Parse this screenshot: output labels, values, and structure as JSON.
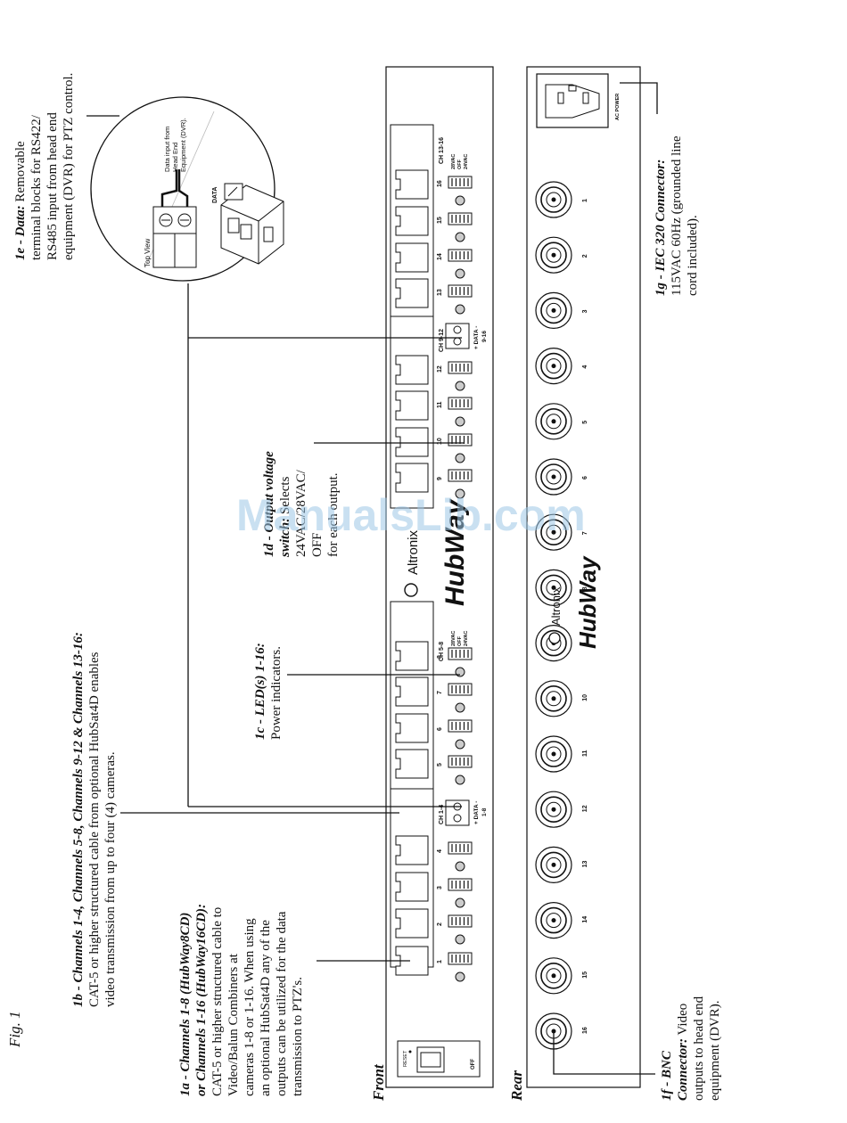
{
  "fig_label": "Fig. 1",
  "watermark": "ManualsLib.com",
  "front_label": "Front",
  "rear_label": "Rear",
  "reset_label": "RESET",
  "off_label": "OFF",
  "ac_power_label": "AC POWER",
  "brand": "Altronix",
  "product_logo": "HubWay",
  "top_view_label": "Top View",
  "data_label": "DATA",
  "data_input_lines": [
    "Data input from",
    "Head End",
    "Equipment (DVR)."
  ],
  "channel_numbers": [
    "1",
    "2",
    "3",
    "4",
    "5",
    "6",
    "7",
    "8",
    "9",
    "10",
    "11",
    "12",
    "13",
    "14",
    "15",
    "16"
  ],
  "bnc_numbers": [
    "16",
    "15",
    "14",
    "13",
    "12",
    "11",
    "10",
    "9",
    "8",
    "7",
    "6",
    "5",
    "4",
    "3",
    "2",
    "1"
  ],
  "ch_groups": [
    "CH 1-4",
    "CH 5-8",
    "CH 9-12",
    "CH 13-16"
  ],
  "voltage_options": [
    "28VAC",
    "OFF",
    "24VAC"
  ],
  "data_ports": [
    "+ DATA -",
    "1-8",
    "+ DATA -",
    "9-16"
  ],
  "callouts": {
    "c1a": {
      "title": "1a - Channels 1-8 (HubWay8CD)",
      "title2": "or Channels 1-16 (HubWay16CD):",
      "lines": [
        "CAT-5 or higher structured cable to",
        "Video/Balun Combiners at",
        "cameras 1-8 or 1-16. When using",
        "an optional HubSat4D any of the",
        "outputs can be utilized for the data",
        "transmission to PTZ's."
      ]
    },
    "c1b": {
      "title": "1b - Channels 1-4, Channels 5-8, Channels 9-12 & Channels 13-16:",
      "lines": [
        "CAT-5 or higher structured cable from optional HubSat4D enables",
        "video transmission from up to four (4) cameras."
      ]
    },
    "c1c": {
      "title": "1c - LED(s) 1-16:",
      "lines": [
        "Power indicators."
      ]
    },
    "c1d": {
      "title": "1d - Output voltage",
      "title2": "switch:",
      "rest": "Selects",
      "lines": [
        "24VAC/28VAC/",
        "OFF",
        "for each output."
      ]
    },
    "c1e": {
      "title": "1e - Data:",
      "rest": "Removable",
      "lines": [
        "terminal blocks for RS422/",
        "RS485 input from head end",
        "equipment (DVR) for PTZ control."
      ]
    },
    "c1f": {
      "title": "1f - BNC",
      "title2": "Connector:",
      "rest": "Video",
      "lines": [
        "outputs to head end",
        "equipment (DVR)."
      ]
    },
    "c1g": {
      "title": "1g - IEC 320 Connector:",
      "lines": [
        "115VAC 60Hz (grounded line",
        "cord included)."
      ]
    }
  }
}
